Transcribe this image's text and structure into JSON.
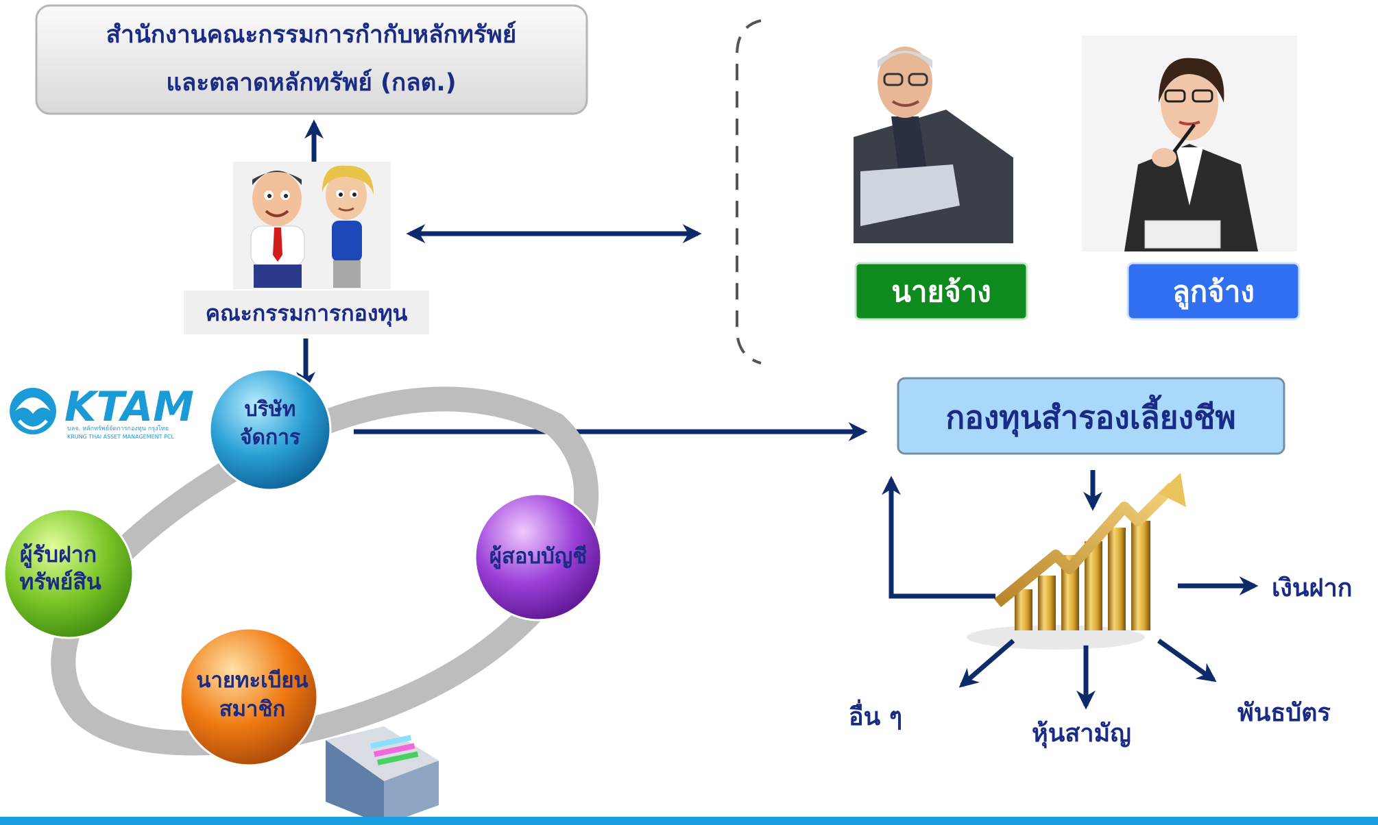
{
  "sec": {
    "line1": "สำนักงานคณะกรรมการกำกับหลักทรัพย์",
    "line2": "และตลาดหลักทรัพย์ (กลต.)"
  },
  "committee": {
    "label": "คณะกรรมการกองทุน"
  },
  "employer": {
    "label": "นายจ้าง",
    "color": "#0f8a1e"
  },
  "employee": {
    "label": "ลูกจ้าง",
    "color": "#2f6ff0"
  },
  "fund": {
    "label": "กองทุนสำรองเลี้ยงชีพ"
  },
  "ktam": {
    "name": "KTAM",
    "sub1": "บลจ. หลักทรัพย์จัดการกองทุน กรุงไทย",
    "sub2": "KRUNG THAI ASSET MANAGEMENT PCL"
  },
  "circles": {
    "manager": {
      "line1": "บริษัท",
      "line2": "จัดการ",
      "color": "#2aa0d6"
    },
    "custodian": {
      "line1": "ผู้รับฝาก",
      "line2": "ทรัพย์สิน",
      "color": "#7cc62a"
    },
    "auditor": {
      "line1": "ผู้สอบบัญชี",
      "color": "#9b3fd8"
    },
    "registrar": {
      "line1": "นายทะเบียน",
      "line2": "สมาชิก",
      "color": "#f07a12"
    }
  },
  "assets": {
    "deposit": "เงินฝาก",
    "bonds": "พันธบัตร",
    "stocks": "หุ้นสามัญ",
    "others": "อื่น ๆ"
  },
  "colors": {
    "navy": "#0d2a6b",
    "text": "#1a2b86",
    "bottom_bar": "#1b9ee0"
  }
}
